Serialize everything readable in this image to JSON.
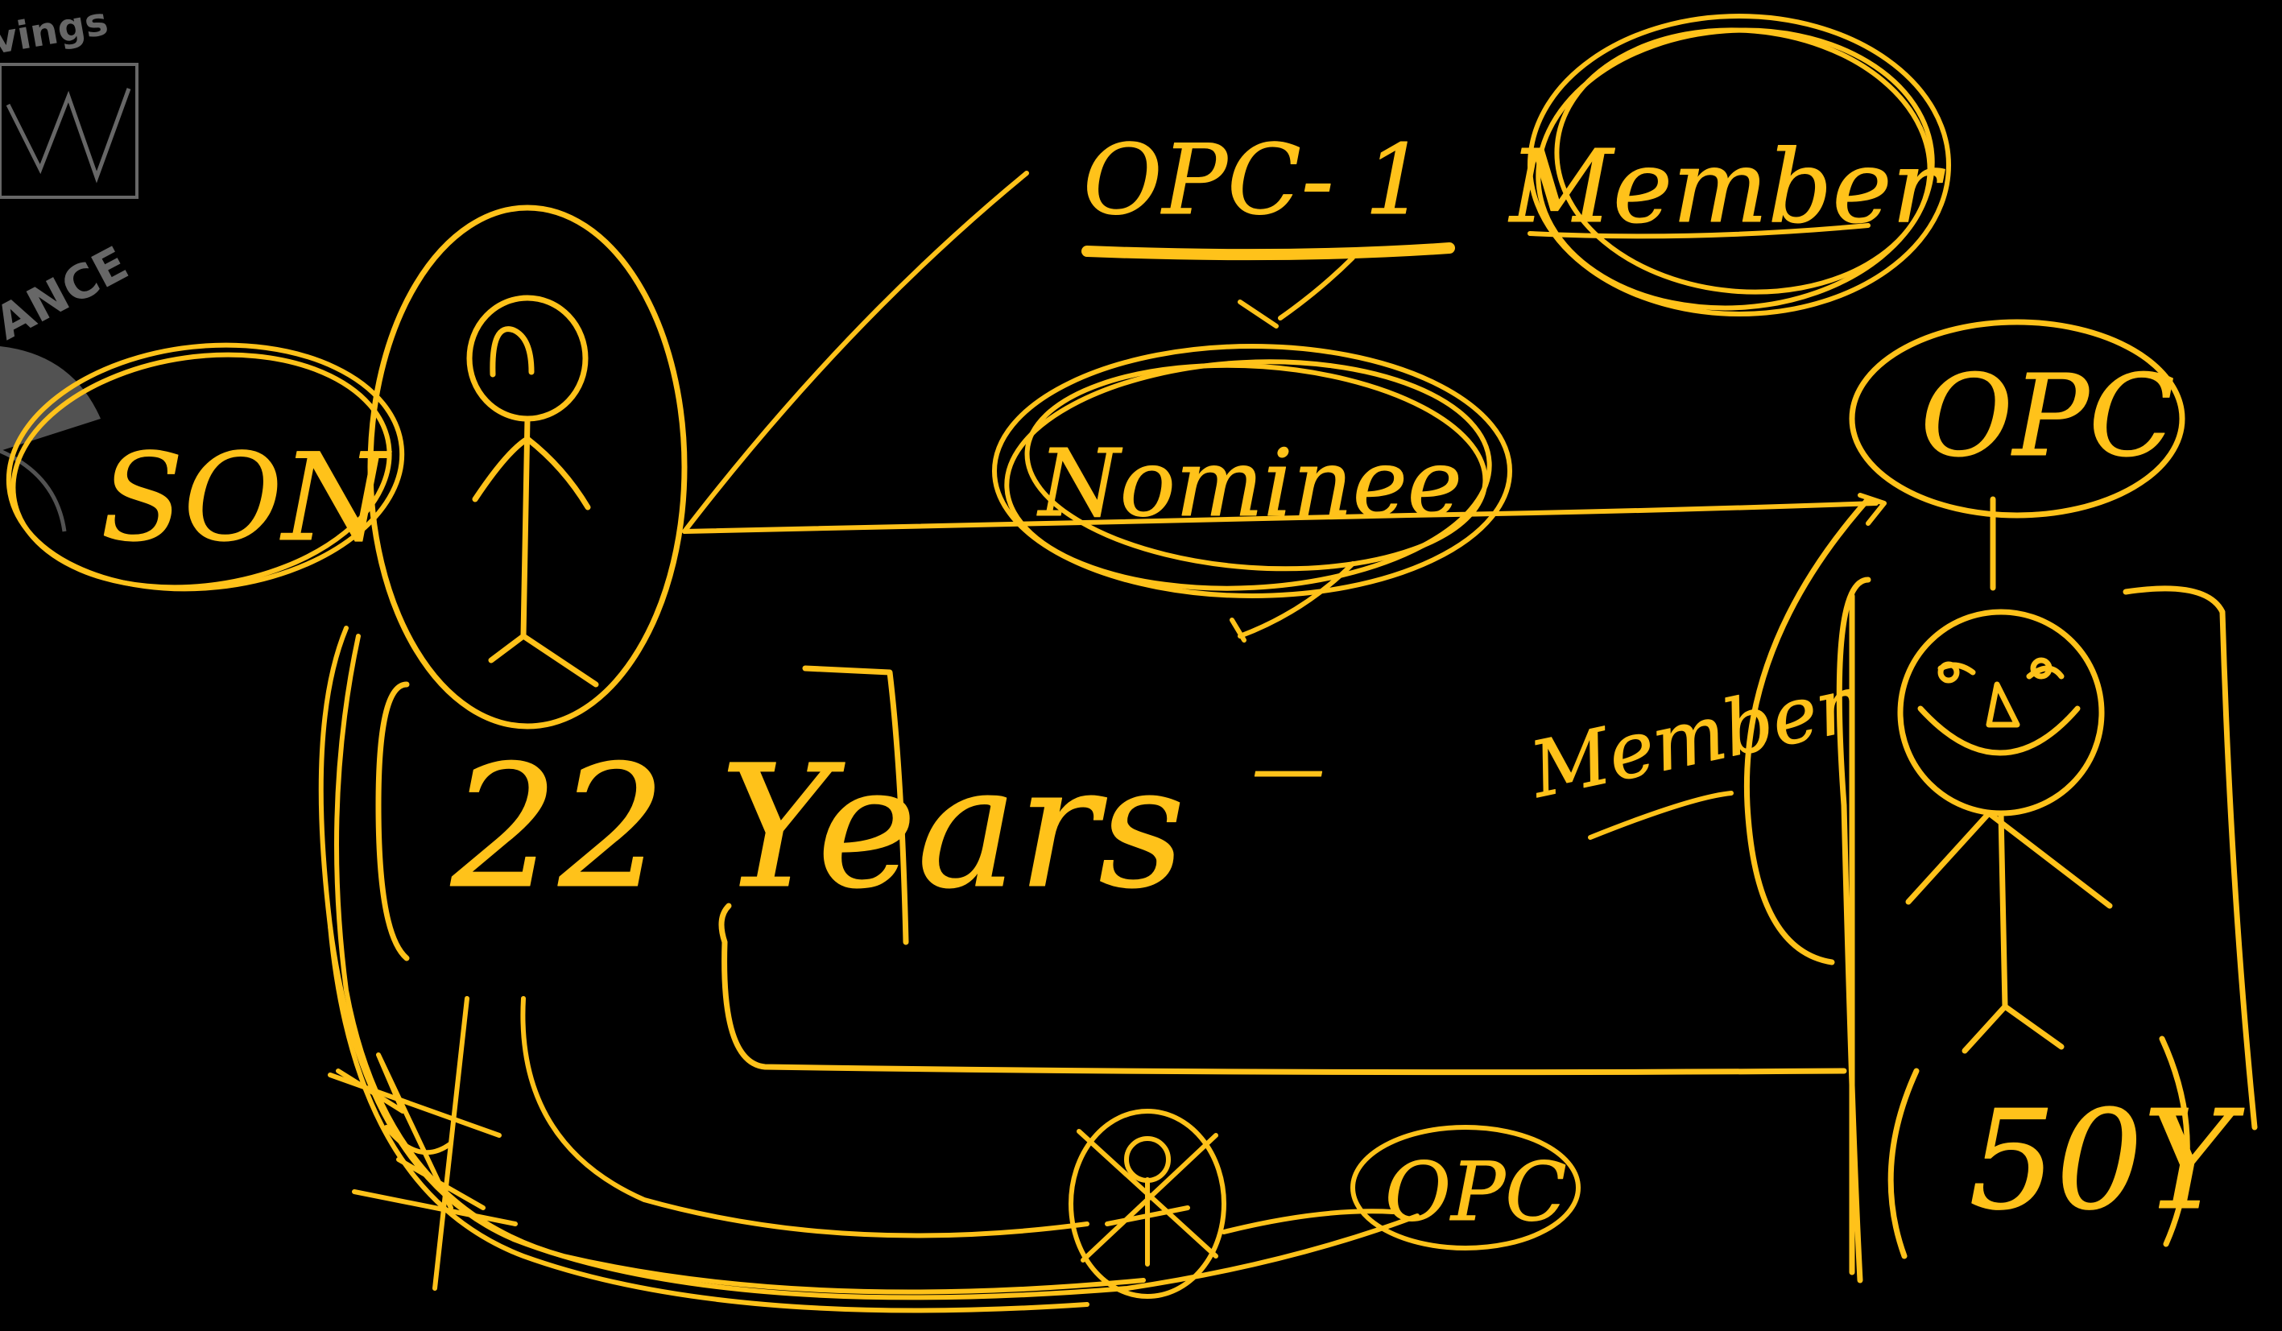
{
  "colors": {
    "background": "#000000",
    "ink": "#FFC21A",
    "logo": "#8a8a8a"
  },
  "logo": {
    "top_text": "vings",
    "bottom_text": "ANCE"
  },
  "labels": {
    "opc1": "OPC- 1",
    "member_top": "Member",
    "nominee": "Nominee",
    "opc_right": "OPC",
    "son": "SON",
    "years": "22 Years",
    "dash": "—",
    "member_side": "Member",
    "age_right": "50Y",
    "opc_small": "OPC"
  }
}
